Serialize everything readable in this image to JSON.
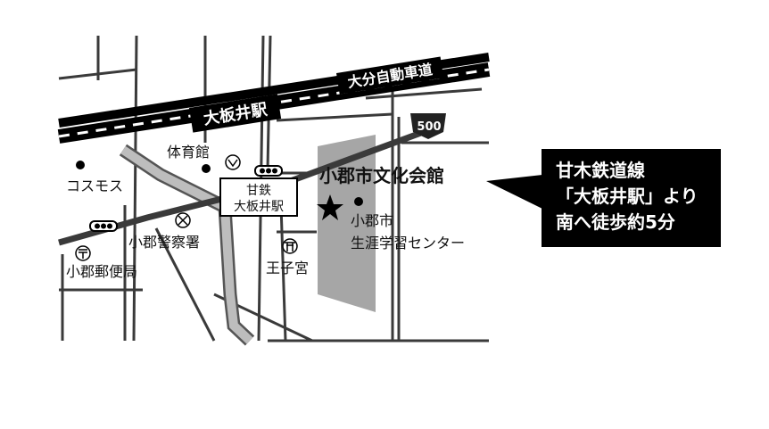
{
  "map": {
    "expressway_label": "大分自動車道",
    "railway_label": "大板井駅",
    "route_number": "500",
    "destination": "小郡市文化会館",
    "station_box": [
      "甘鉄",
      "大板井駅"
    ],
    "places": {
      "cosmos": "コスモス",
      "gym": "体育館",
      "police": "小郡警察署",
      "post_office": "小郡郵便局",
      "shrine": "王子宮",
      "center_line1": "小郡市",
      "center_line2": "生涯学習センター"
    }
  },
  "callout": {
    "lines": [
      "甘木鉄道線",
      "「大板井駅」より",
      "南へ徒歩約5分"
    ]
  },
  "colors": {
    "road": "#3a3a3a",
    "rail": "#000000",
    "park": "#a6a6a6",
    "river": "#8c8c8c"
  }
}
